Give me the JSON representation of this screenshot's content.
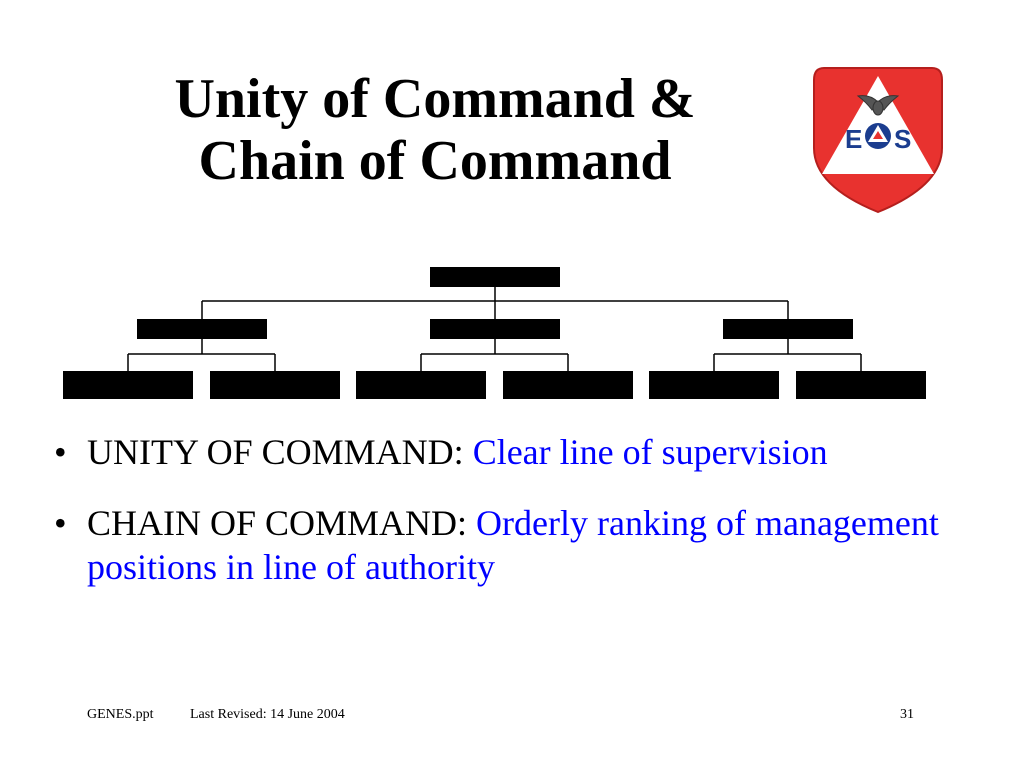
{
  "title": {
    "line1": "Unity of Command &",
    "line2": "Chain of Command"
  },
  "logo": {
    "icon": "es-shield-logo",
    "letters": [
      "E",
      "S"
    ],
    "colors": {
      "shield_red": "#e8322f",
      "triangle_white": "#ffffff",
      "emblem_blue": "#1b3d8f",
      "letter_blue": "#1b3d8f"
    }
  },
  "org_chart": {
    "levels": [
      {
        "boxes": 1
      },
      {
        "boxes": 3
      },
      {
        "boxes": 6
      }
    ],
    "box_color": "#000000",
    "line_color": "#000000"
  },
  "bullets": [
    {
      "term": "UNITY OF COMMAND:",
      "description": "Clear line of supervision"
    },
    {
      "term": "CHAIN OF COMMAND:",
      "description": "Orderly ranking of management positions in line of authority"
    }
  ],
  "colors": {
    "term": "#000000",
    "description": "#0000ff"
  },
  "footer": {
    "file": "GENES.ppt",
    "revised": "Last Revised: 14 June 2004",
    "page": "31"
  }
}
